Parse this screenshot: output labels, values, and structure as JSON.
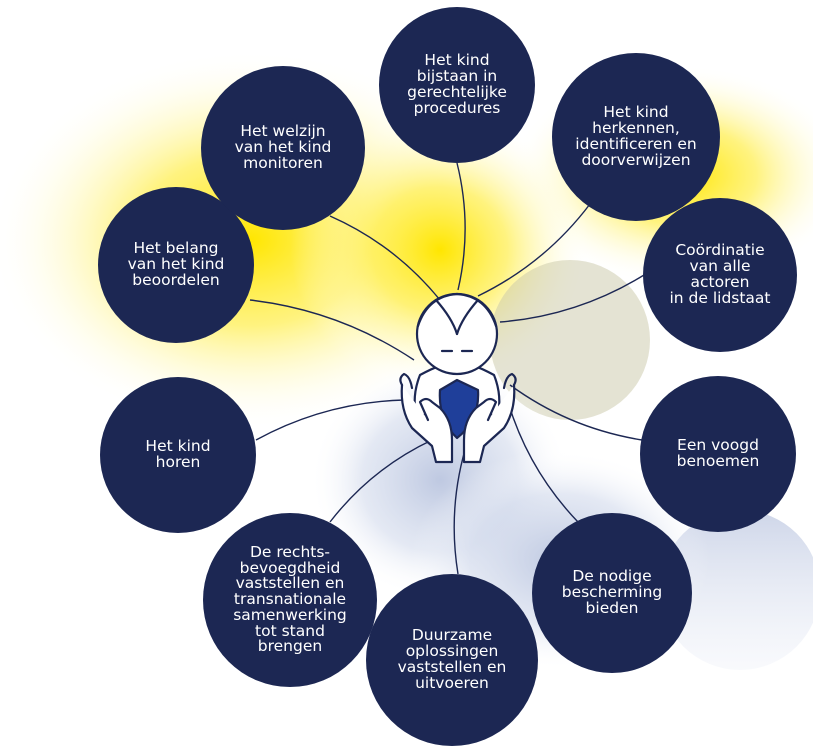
{
  "colors": {
    "bubble": "#1c2753",
    "bubble_text": "#ffffff",
    "glow": "#ffe600",
    "shadow_blue": "#b8c3de",
    "shield": "#1f3f9a",
    "outline": "#1c2753"
  },
  "center": {
    "icon": "child-holding-shield-in-hands-icon"
  },
  "nodes": [
    {
      "id": "assist-proceedings",
      "label": "Het kind\nbijstaan in\ngerechtelijke\nprocedures"
    },
    {
      "id": "identify-refer",
      "label": "Het kind\nherkennen,\nidentificeren en\ndoorverwijzen"
    },
    {
      "id": "coordination",
      "label": "Coördinatie\nvan alle\nactoren\nin de lidstaat"
    },
    {
      "id": "guardian",
      "label": "Een voogd\nbenoemen"
    },
    {
      "id": "protection",
      "label": "De nodige\nbescherming\nbieden"
    },
    {
      "id": "durable-solutions",
      "label": "Duurzame\noplossingen\nvaststellen en\nuitvoeren"
    },
    {
      "id": "jurisdiction",
      "label": "De rechts-\nbevoegdheid\nvaststellen en\ntransnationale\nsamenwerking\ntot stand\nbrengen"
    },
    {
      "id": "hear-child",
      "label": "Het kind\nhoren"
    },
    {
      "id": "best-interest",
      "label": "Het belang\nvan het kind\nbeoordelen"
    },
    {
      "id": "monitor-welfare",
      "label": "Het welzijn\nvan het kind\nmonitoren"
    }
  ]
}
